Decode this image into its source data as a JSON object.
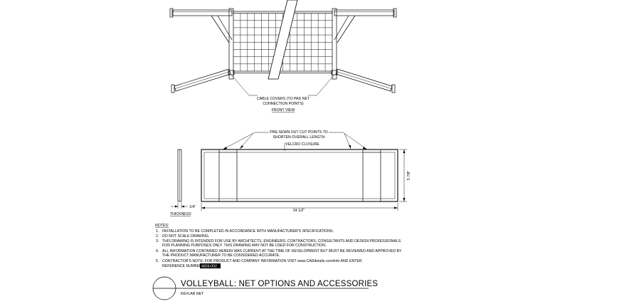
{
  "front_view": {
    "callout": [
      "CABLE COVERS (TO PAD NET",
      "CONNECTION POINTS)"
    ],
    "view_label": "FRONT VIEW"
  },
  "side_view": {
    "callout": [
      "PRE-SEWN OUT CUT POINTS TO",
      "SHORTEN OVERALL LENGTH"
    ],
    "velcro_label": "VELCRO CLOSURE",
    "height_dim": "5 7/8\"",
    "length_dim": "24 1/2\"",
    "thickness_dim": "1/4\"",
    "thickness_label": "THICKNESS"
  },
  "notes": {
    "heading": "NOTES:",
    "lines": [
      {
        "num": "1.",
        "text": "INSTALLATION TO BE COMPLETED IN ACCORDANCE WITH MANUFACTURER'S SPECIFICATIONS."
      },
      {
        "num": "2.",
        "text": "DO NOT SCALE DRAWING."
      },
      {
        "num": "3.",
        "text": "THIS DRAWING IS INTENDED FOR USE BY ARCHITECTS, ENGINEERS, CONTRACTORS, CONSULTANTS AND DESIGN PROFESSIONALS"
      },
      {
        "num": "",
        "text": "FOR PLANNING PURPOSES ONLY.  THIS DRAWING MAY NOT BE USED FOR CONSTRUCTION."
      },
      {
        "num": "4.",
        "text": "ALL INFORMATION CONTAINED HEREIN WAS CURRENT AT THE TIME OF DEVELOPMENT BUT MUST BE REVIEWED AND APPROVED BY"
      },
      {
        "num": "",
        "text": "THE PRODUCT MANUFACTURER TO BE CONSIDERED ACCURATE."
      },
      {
        "num": "5.",
        "text": "CONTRACTOR'S NOTE: FOR PRODUCT AND COMPANY INFORMATION VISIT www.CADdetails.com/info AND ENTER"
      }
    ],
    "reference_label": "REFERENCE NUMBER",
    "reference_number": "4826-002."
  },
  "title_block": {
    "title": "VOLLEYBALL: NET OPTIONS AND ACCESSORIES",
    "subtitle": "KEVLAR NET"
  }
}
